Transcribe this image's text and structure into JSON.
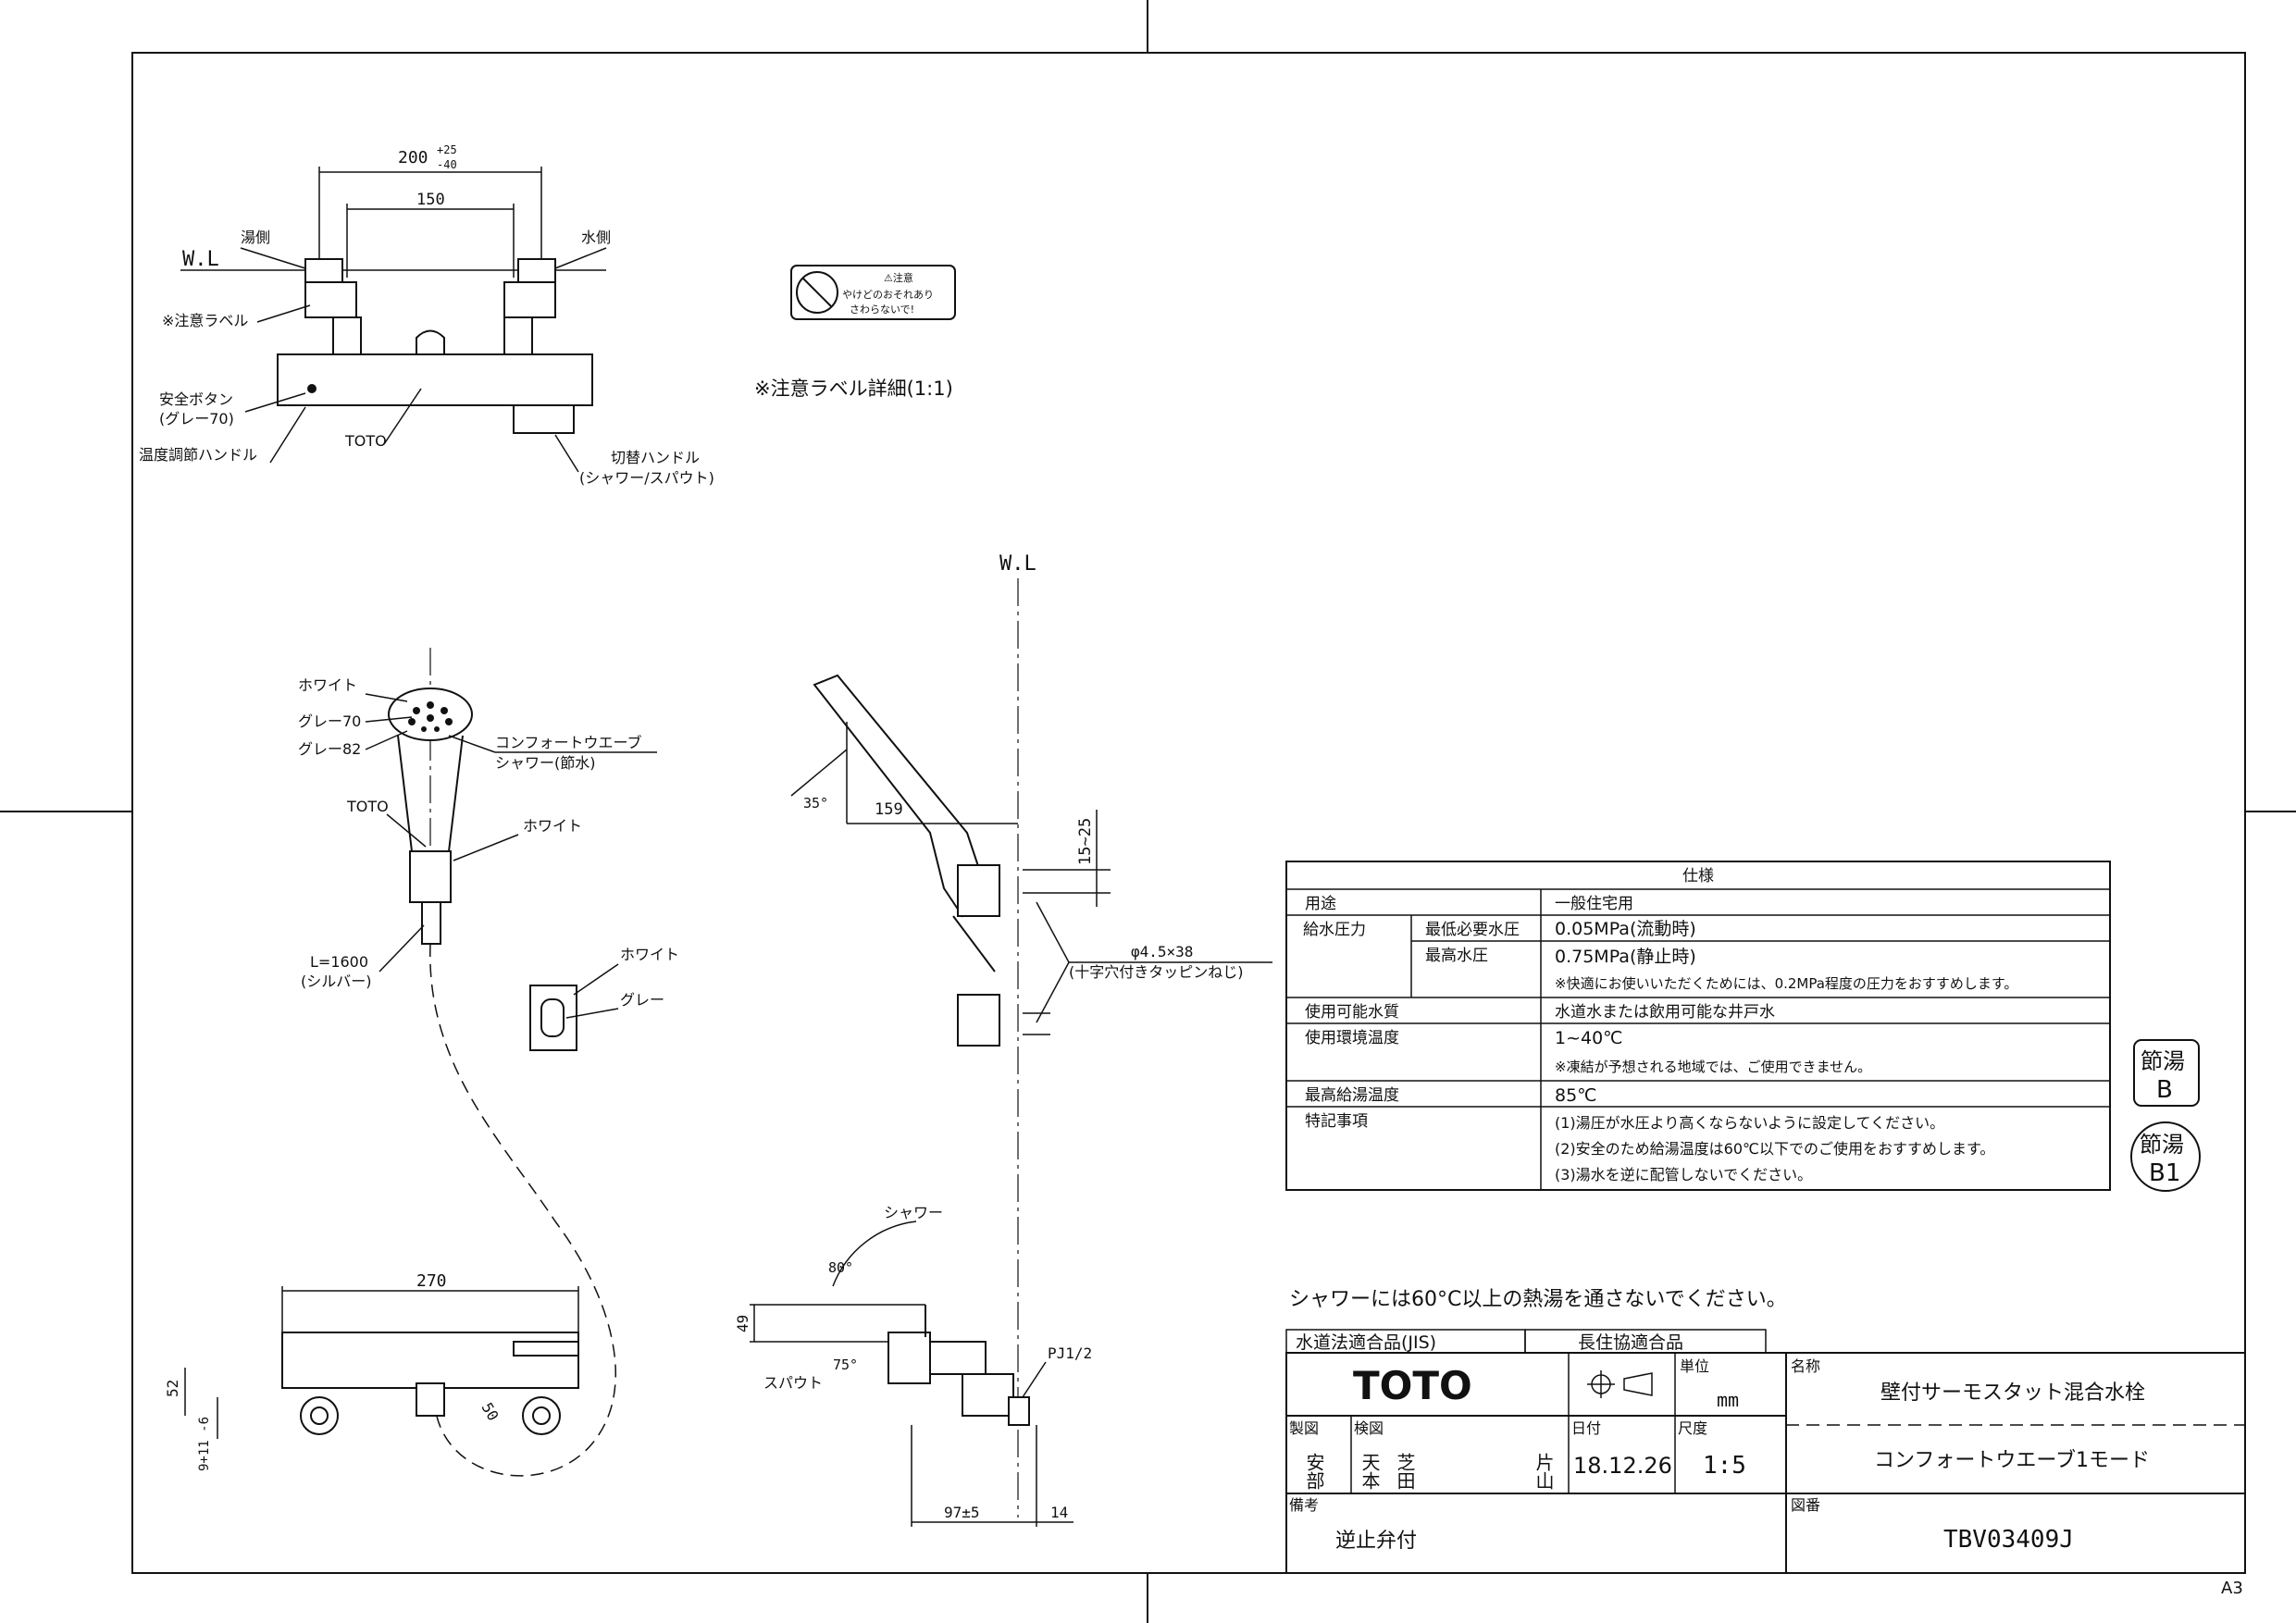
{
  "top_view": {
    "dim_total": "200",
    "dim_tol_plus": "+25",
    "dim_tol_minus": "-40",
    "dim_150": "150",
    "wl": "W.L",
    "hot_side": "湯側",
    "cold_side": "水側",
    "caution_label": "※注意ラベル",
    "safety_button": "安全ボタン",
    "safety_button_color": "(グレー70)",
    "temp_handle": "温度調節ハンドル",
    "toto": "TOTO",
    "switch_handle": "切替ハンドル",
    "switch_handle_modes": "(シャワー/スパウト)"
  },
  "caution_detail": {
    "title": "※注意ラベル詳細(1:1)",
    "label_line1": "⚠注意",
    "label_line2": "やけどのおそれあり",
    "label_line3": "さわらないで!"
  },
  "shower_view": {
    "white1": "ホワイト",
    "gray70": "グレー70",
    "gray82": "グレー82",
    "comfort_wave": "コンフォートウエーブ",
    "shower_save": "シャワー(節水)",
    "toto": "TOTO",
    "white2": "ホワイト",
    "hose_length": "L=1600",
    "hose_color": "(シルバー)",
    "holder_white": "ホワイト",
    "holder_gray": "グレー"
  },
  "side_view": {
    "wl": "W.L",
    "angle_35": "35°",
    "dim_159": "159",
    "dim_15_25": "15~25",
    "screw_dim": "φ4.5×38",
    "screw_type": "(十字穴付きタッピンねじ)"
  },
  "bottom_front": {
    "dim_270": "270",
    "dim_52": "52",
    "dim_50": "50",
    "dim_9_tol": "9+11 -6"
  },
  "bottom_side": {
    "shower": "シャワー",
    "angle_80": "80°",
    "spout": "スパウト",
    "angle_75": "75°",
    "dim_49": "49",
    "pj": "PJ1/2",
    "dim_97": "97±5",
    "dim_14": "14"
  },
  "spec_table": {
    "title": "仕様",
    "rows": [
      {
        "label": "用途",
        "sub": "",
        "values": [
          "一般住宅用"
        ]
      },
      {
        "label": "給水圧力",
        "sub": "最低必要水圧",
        "values": [
          "0.05MPa(流動時)"
        ]
      },
      {
        "label": "",
        "sub": "最高水圧",
        "values": [
          "0.75MPa(静止時)",
          "※快適にお使いいただくためには、0.2MPa程度の圧力をおすすめします。"
        ]
      },
      {
        "label": "使用可能水質",
        "sub": "",
        "values": [
          "水道水または飲用可能な井戸水"
        ]
      },
      {
        "label": "使用環境温度",
        "sub": "",
        "values": [
          "1~40℃",
          "※凍結が予想される地域では、ご使用できません。"
        ]
      },
      {
        "label": "最高給湯温度",
        "sub": "",
        "values": [
          "85℃"
        ]
      },
      {
        "label": "特記事項",
        "sub": "",
        "values": [
          "(1)湯圧が水圧より高くならないように設定してください。",
          "(2)安全のため給湯温度は60℃以下でのご使用をおすすめします。",
          "(3)湯水を逆に配管しないでください。"
        ]
      }
    ]
  },
  "badges": {
    "b_top": "節湯",
    "b_bottom": "B",
    "b1_top": "節湯",
    "b1_bottom": "B1"
  },
  "warning": "シャワーには60°C以上の熱湯を通さないでください。",
  "title_block": {
    "jis": "水道法適合品(JIS)",
    "chosei": "長住協適合品",
    "brand": "TOTO",
    "unit_label": "単位",
    "unit": "mm",
    "name_label": "名称",
    "name": "壁付サーモスタット混合水栓",
    "subname": "コンフォートウエーブ1モード",
    "drawn_label": "製図",
    "drawn_by": "安部",
    "checked_label": "検図",
    "checked_by_1": "天本",
    "checked_by_2": "芝田",
    "approved_by": "片山",
    "date_label": "日付",
    "date": "18.12.26",
    "scale_label": "尺度",
    "scale": "1:5",
    "remarks_label": "備考",
    "remarks": "逆止弁付",
    "drawing_no_label": "図番",
    "drawing_no": "TBV03409J"
  },
  "sheet_size": "A3"
}
